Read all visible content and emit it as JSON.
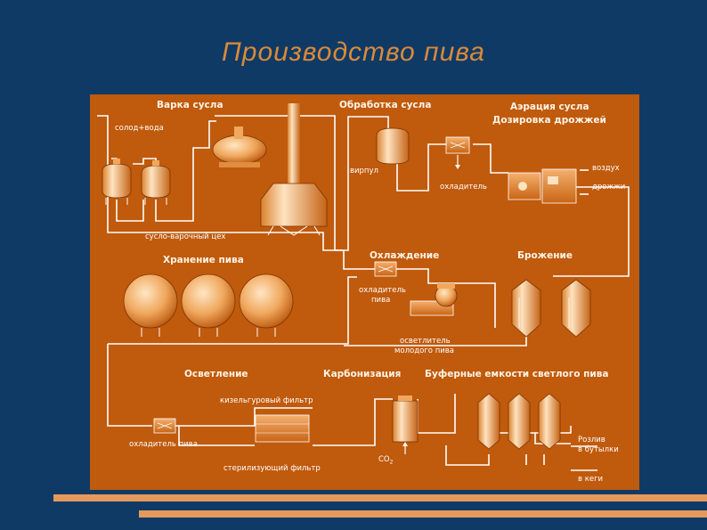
{
  "title": "Производство пива",
  "sections": {
    "brewing": "Варка сусла",
    "wort_treatment": "Обработка сусла",
    "aeration": "Аэрация сусла",
    "yeast_dosing": "Дозировка дрожжей",
    "storage": "Хранение пива",
    "cooling": "Охлаждение",
    "fermentation": "Брожение",
    "clarification": "Осветление",
    "carbonization": "Карбонизация",
    "buffer": "Буферные емкости светлого пива"
  },
  "labels": {
    "malt_water": "солод+вода",
    "whirlpool": "вирпул",
    "cooler": "охладитель",
    "air": "воздух",
    "yeast": "дрожжи",
    "brewhouse": "сусло-варочный цех",
    "beer_cooler_1": "охладитель",
    "beer_cooler_2": "пива",
    "young_clarifier_1": "осветлитель",
    "young_clarifier_2": "молодого пива",
    "kieselguhr": "кизельгуровый фильтр",
    "beer_cooler_low": "охладитель пива",
    "sterilizing": "стерилизующий фильтр",
    "co2": "CO",
    "co2_sub": "2",
    "bottling_1": "Розлив",
    "bottling_2": "в бутылки",
    "kegs": "в кеги"
  }
}
